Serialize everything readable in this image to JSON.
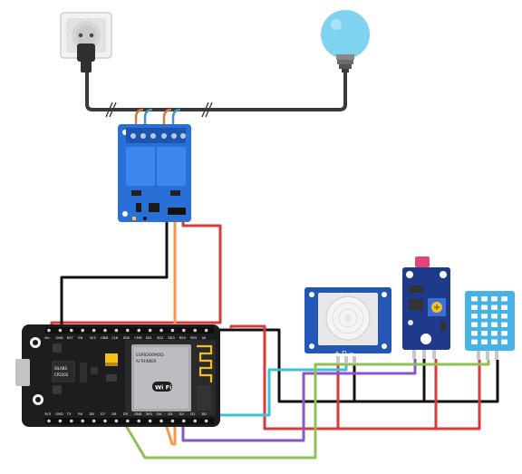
{
  "wire_colors": {
    "red": "#d9393a",
    "black": "#111111",
    "orange": "#f2994a",
    "purple": "#8c55c7",
    "green": "#8fbf57",
    "cyan": "#3fbfd6",
    "mains": "#3a3a3a"
  },
  "board_colors": {
    "mcu": "#1d1d1f",
    "relay": "#2a6fd6",
    "pir": "#2457b5",
    "ldr": "#1f3a8a",
    "dht": "#46b3e6",
    "bulb": "#7fd3ee",
    "socket": "#e9e9e9"
  },
  "labels": {
    "mcu_chip": "CP2102",
    "mcu_brand": "SILABS",
    "wifi_text": "Wi Fi",
    "module_text": "ESP8266MOD",
    "vendor": "AI-THINKER",
    "pir_pins": "+ D −",
    "top_pins": [
      "Vin",
      "GND",
      "RST",
      "EN",
      "3V3",
      "GND",
      "CLK",
      "SD0",
      "CMD",
      "SD1",
      "SD2",
      "SD3",
      "RSV",
      "RSV",
      "A0"
    ],
    "bottom_pins": [
      "3V3",
      "GND",
      "TX",
      "RX",
      "D8",
      "D7",
      "D6",
      "D5",
      "GND",
      "3V3",
      "D4",
      "D3",
      "D2",
      "D1",
      "D0"
    ]
  }
}
